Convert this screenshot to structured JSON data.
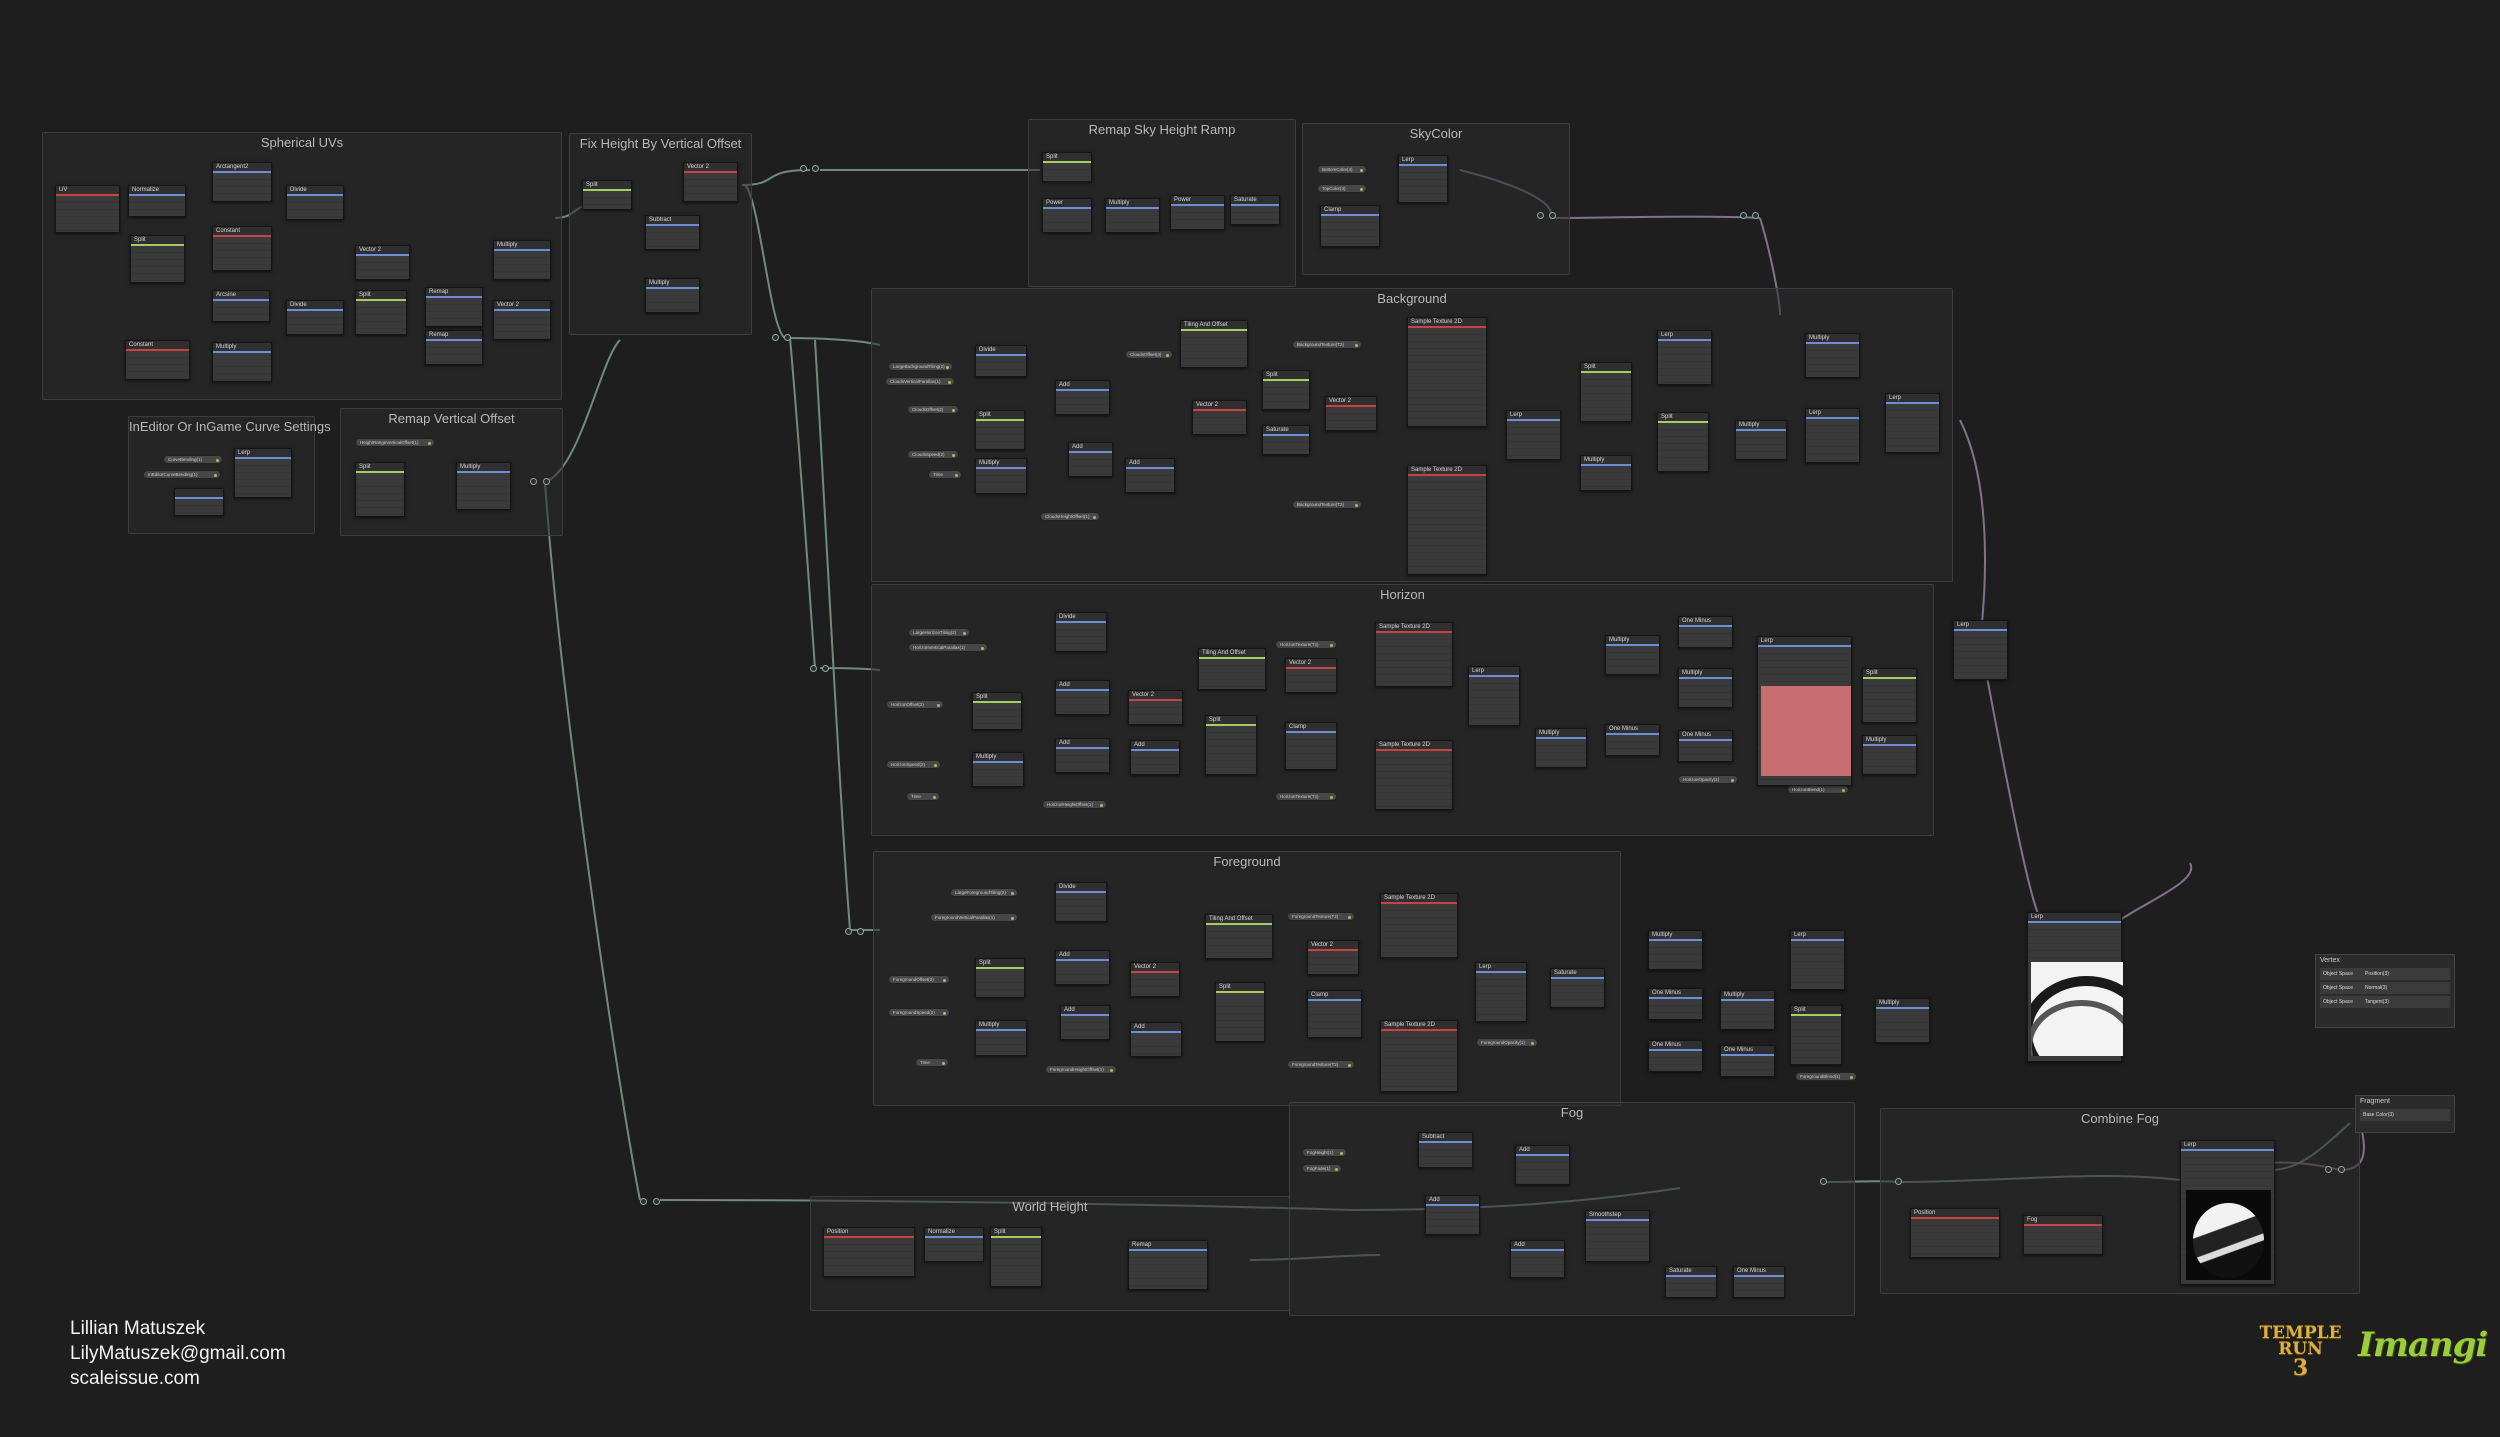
{
  "groups": {
    "spherical_uvs": "Spherical UVs",
    "fix_height": "Fix Height By Vertical Offset",
    "remap_sky_height": "Remap Sky Height Ramp",
    "skycolor": "SkyColor",
    "ineditor_curve": "InEditor Or InGame Curve Settings",
    "remap_vertical_offset": "Remap Vertical Offset",
    "background": "Background",
    "horizon": "Horizon",
    "foreground": "Foreground",
    "fog": "Fog",
    "combine_fog": "Combine Fog",
    "world_height": "World Height"
  },
  "nodes": {
    "uv": "UV",
    "normalize": "Normalize",
    "split": "Split",
    "arctangent2": "Arctangent2",
    "divide": "Divide",
    "constant": "Constant",
    "arcsine": "Arcsine",
    "multiply": "Multiply",
    "vector2": "Vector 2",
    "add": "Add",
    "remap": "Remap",
    "lerp": "Lerp",
    "subtract": "Subtract",
    "power": "Power",
    "saturate": "Saturate",
    "clamp": "Clamp",
    "tiling_offset": "Tiling And Offset",
    "sample_texture": "Sample Texture 2D",
    "one_minus": "One Minus",
    "smoothstep": "Smoothstep",
    "position": "Position",
    "fog": "Fog",
    "lerp_out": "Lerp"
  },
  "properties": {
    "skycolor_a": "BottomColor(4)",
    "skycolor_b": "TopColor(4)",
    "curve_a": "CurveBending(1)",
    "curve_b": "InEditorCurveBending(1)",
    "remap_vo": "HeightRangeVerticalOffset(1)",
    "bg_tex_a": "BackgroundTexture(T2)",
    "bg_tex_b": "BackgroundTexture(T2)",
    "bg_a": "LargeBackgroundTiling(2)",
    "bg_b": "CloudsVerticalParallax(1)",
    "bg_c": "CloudsOffset(2)",
    "bg_d": "CloudsSpeed(2)",
    "bg_e": "Time",
    "bg_f": "CloudsHeightOffset(1)",
    "bg_g": "CloudsOffset(4)",
    "hz_tex_a": "HorizonTexture(T2)",
    "hz_tex_b": "HorizonTexture(T2)",
    "hz_a": "LargeHorizonTiling(2)",
    "hz_b": "HorizonVerticalParallax(1)",
    "hz_c": "HorizonOffset(2)",
    "hz_d": "HorizonSpeed(2)",
    "hz_e": "Time",
    "hz_f": "HorizonHeightOffset(1)",
    "hz_g": "HorizonOpacity(1)",
    "hz_h": "HorizonBlend(1)",
    "fg_tex_a": "ForegroundTexture(T2)",
    "fg_tex_b": "ForegroundTexture(T2)",
    "fg_a": "LargeForegroundTiling(2)",
    "fg_b": "ForegroundVerticalParallax(1)",
    "fg_c": "ForegroundOffset(2)",
    "fg_d": "ForegroundSpeed(2)",
    "fg_e": "Time",
    "fg_f": "ForegroundHeightOffset(1)",
    "fg_g": "ForegroundOpacity(1)",
    "fg_h": "ForegroundBlend(1)",
    "fog_a": "FogHeight(1)",
    "fog_b": "FogFade(1)"
  },
  "stack": {
    "vertex_title": "Vertex",
    "vertex_rows": [
      {
        "space": "Object Space",
        "label": "Position(3)"
      },
      {
        "space": "Object Space",
        "label": "Normal(3)"
      },
      {
        "space": "Object Space",
        "label": "Tangent(3)"
      }
    ],
    "fragment_title": "Fragment",
    "fragment_rows": [
      {
        "label": "Base Color(3)"
      }
    ]
  },
  "credits": {
    "name": "Lillian Matuszek",
    "email": "LilyMatuszek@gmail.com",
    "site": "scaleissue.com"
  },
  "logos": {
    "temple_run_line1": "TEMPLE RUN",
    "temple_run_num": "3",
    "imangi": "Imangi"
  },
  "colors": {
    "background": "#1e1e1e",
    "wire": "#7f9d8c",
    "wire_purple": "#9a86a8",
    "float_header": "#6b8fd6",
    "vector_header": "#a7cf5d",
    "color_header": "#c64343",
    "preview_pink": "#c96e70"
  }
}
